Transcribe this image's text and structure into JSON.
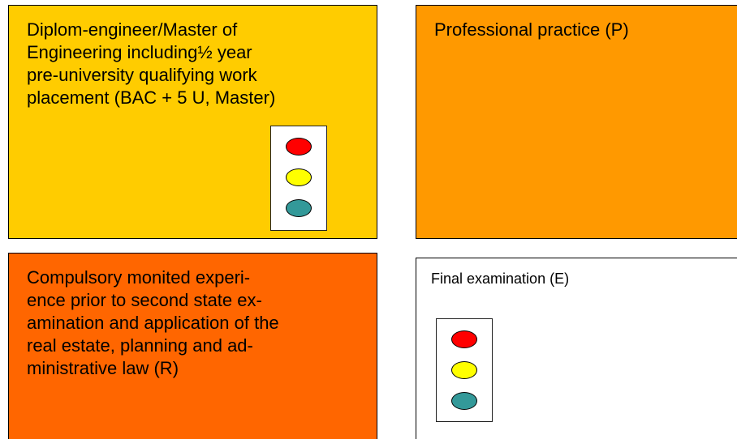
{
  "boxes": {
    "top_left": {
      "text": "Diplom-engineer/Master of Engineering including½ year pre-university qualifying work placement (BAC + 5 U, Master)",
      "color": "#ffcc00"
    },
    "top_right": {
      "text": "Professional practice (P)",
      "color": "#ff9900"
    },
    "bottom_left": {
      "text": "Compulsory monited experi-ence prior to second state ex-amination and application of the real estate, planning and ad-ministrative law (R)",
      "color": "#ff6600"
    },
    "bottom_right": {
      "text": "Final examination (E)",
      "color": "#ffffff"
    }
  },
  "traffic_light_colors": {
    "red": "#ff0000",
    "yellow": "#ffff00",
    "teal": "#339999"
  }
}
